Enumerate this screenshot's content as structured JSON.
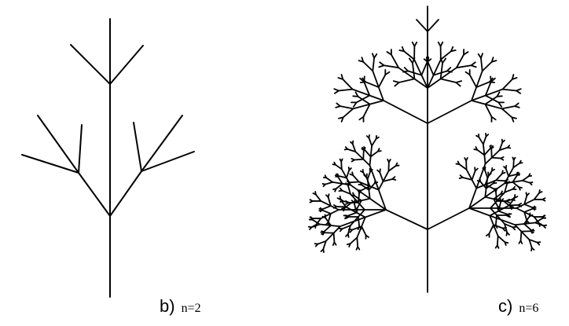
{
  "panels": [
    {
      "id": "b",
      "letter": "b)",
      "label": "n=2",
      "depth": 2
    },
    {
      "id": "c",
      "letter": "c)",
      "label": "n=6",
      "depth": 6
    }
  ],
  "colors": {
    "stroke": "#000000",
    "background": "#ffffff"
  }
}
